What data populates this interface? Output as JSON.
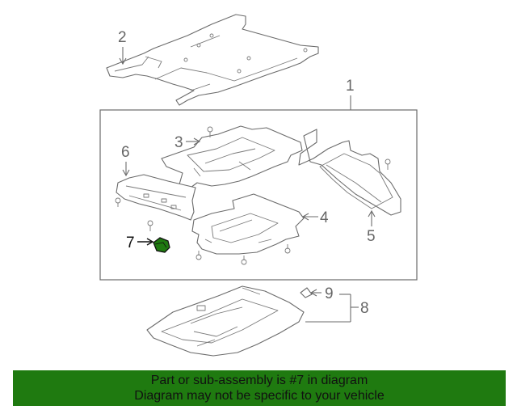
{
  "callouts": {
    "c1": "1",
    "c2": "2",
    "c3": "3",
    "c4": "4",
    "c5": "5",
    "c6": "6",
    "c7": "7",
    "c8": "8",
    "c9": "9"
  },
  "highlight_part": "7",
  "colors": {
    "banner": "#1f7a10",
    "highlight": "#1f7a10",
    "line": "#6b6b6b"
  },
  "banner": {
    "line1": "Part or sub-assembly is #7 in diagram",
    "line2": "Diagram may not be specific to your vehicle"
  }
}
